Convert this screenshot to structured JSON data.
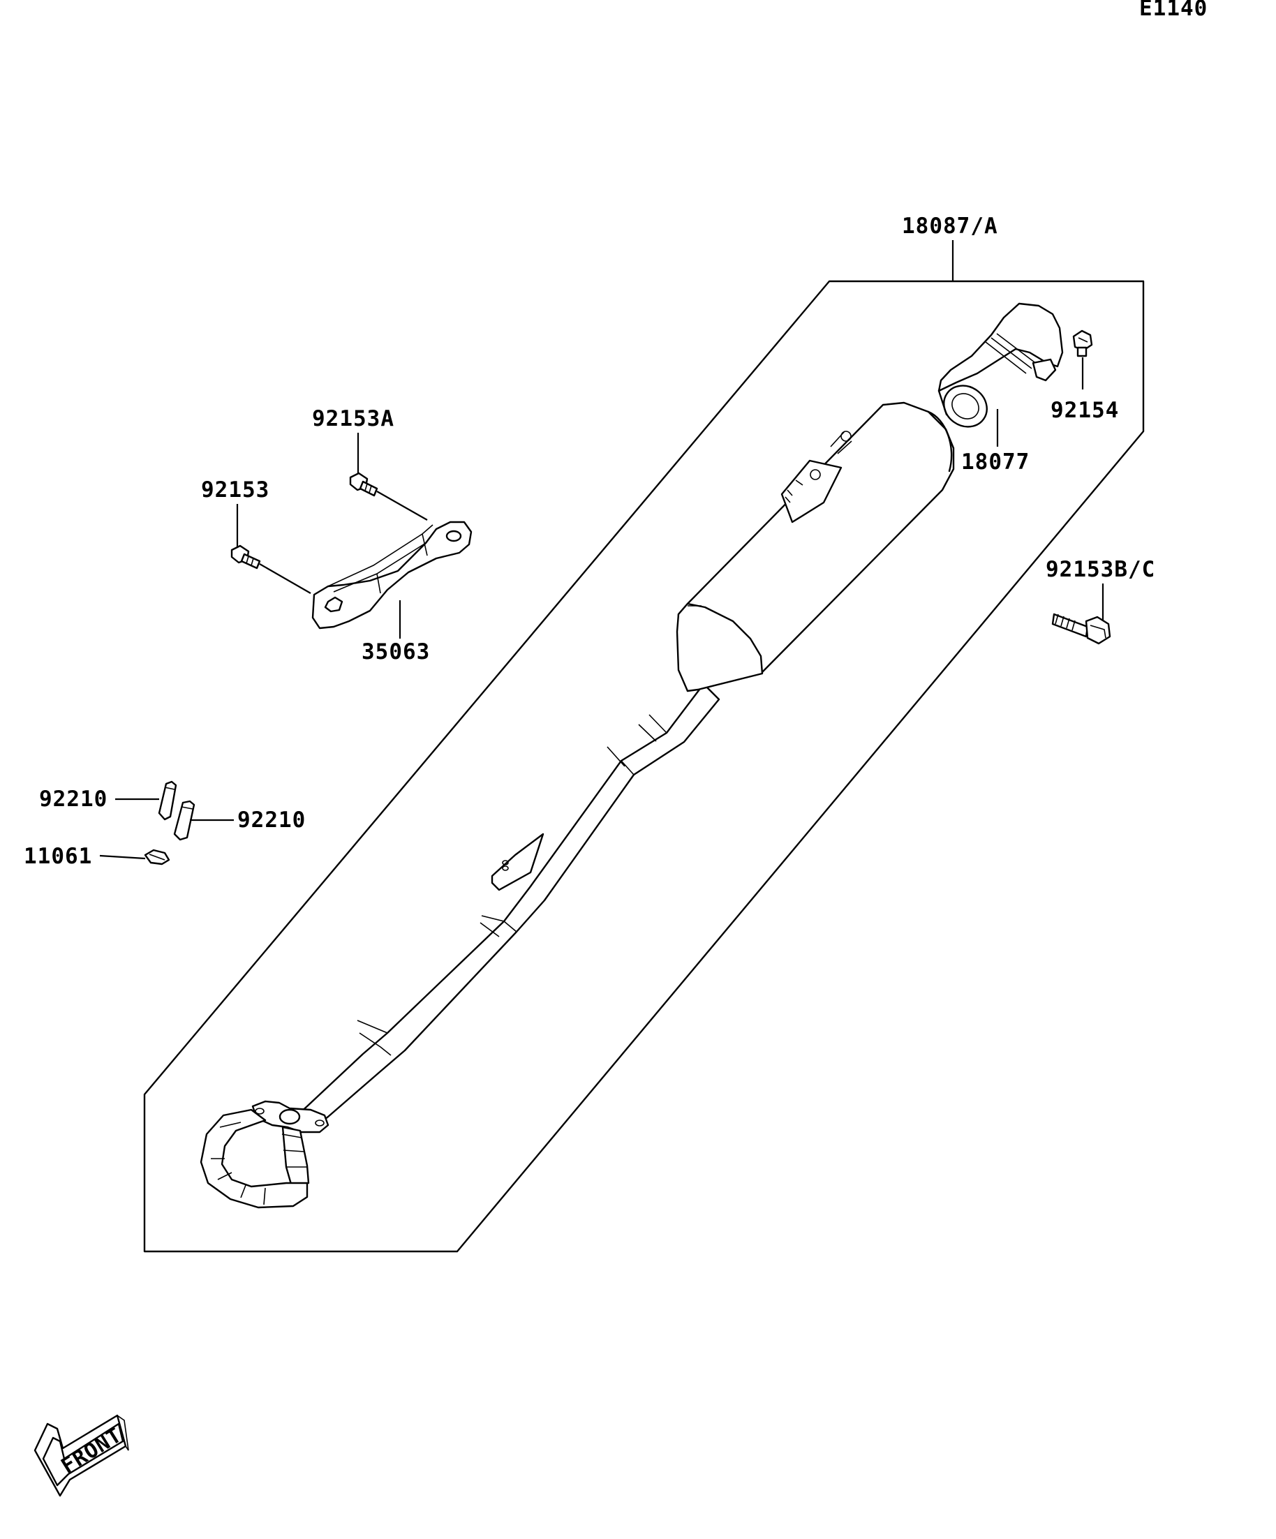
{
  "diagram_code": "E1140",
  "front_label": "FRONT",
  "labels": {
    "p18087A": "18087/A",
    "p18077": "18077",
    "p92154": "92154",
    "p92153A": "92153A",
    "p92153": "92153",
    "p35063": "35063",
    "p92153BC": "92153B/C",
    "p92210_left": "92210",
    "p92210_right": "92210",
    "p11061": "11061"
  }
}
